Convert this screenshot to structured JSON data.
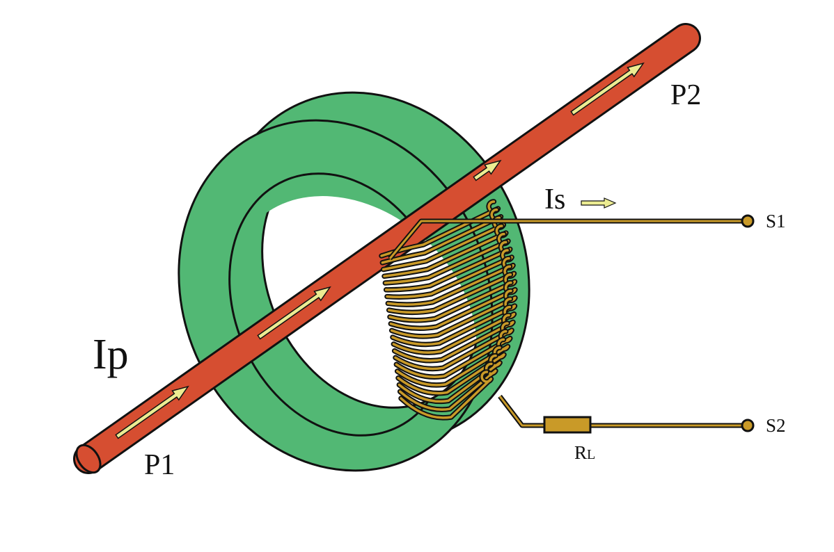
{
  "labels": {
    "primary_current": "Ip",
    "primary_terminal_1": "P1",
    "primary_terminal_2": "P2",
    "secondary_current": "Is",
    "secondary_terminal_1": "S1",
    "secondary_terminal_2": "S2",
    "load_resistor": "R",
    "load_resistor_sub": "L"
  },
  "colors": {
    "core": "#52b874",
    "conductor": "#d64e31",
    "winding": "#c99a28",
    "arrow": "#ecec92",
    "outline": "#111111"
  }
}
